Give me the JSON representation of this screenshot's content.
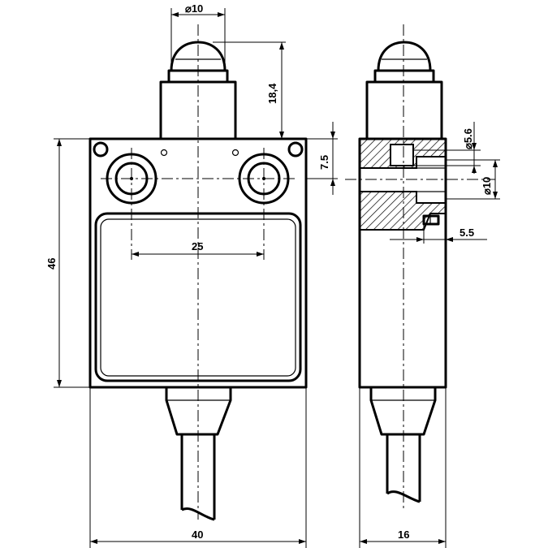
{
  "dimensions": {
    "plunger_diameter": "⌀10",
    "plunger_height": "18,4",
    "hole_offset": "7.5",
    "hole_spacing": "25",
    "body_height": "46",
    "body_width": "40",
    "side_width": "16",
    "bore_diameter_small": "⌀5.6",
    "bore_diameter_large": "⌀10",
    "side_depth": "5.5"
  }
}
